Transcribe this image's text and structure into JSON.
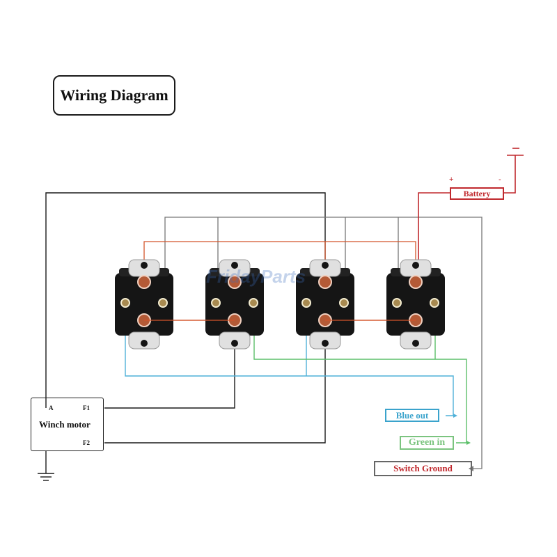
{
  "title": "Wiring Diagram",
  "watermark": "FridayParts",
  "winch_motor": {
    "label": "Winch motor",
    "terminal_a": "A",
    "terminal_f1": "F1",
    "terminal_f2": "F2"
  },
  "battery": {
    "label": "Battery",
    "positive_sign": "+",
    "negative_sign": "-"
  },
  "outputs": {
    "blue_out": "Blue  out",
    "green_in": "Green in",
    "switch_ground": "Switch Ground"
  },
  "wire_colors": {
    "black": "#1a1a1a",
    "gray": "#777777",
    "orange": "#d4542a",
    "red": "#c0282d",
    "blue": "#4fb0d8",
    "green": "#5cbf6a"
  },
  "solenoid_count": 4
}
